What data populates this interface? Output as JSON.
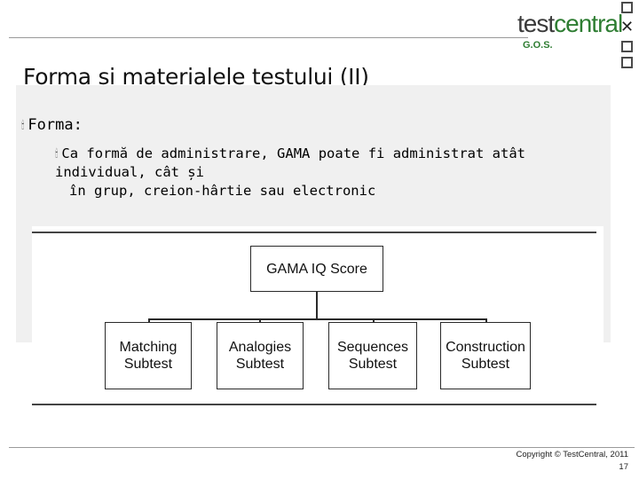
{
  "header": {
    "logo_part1": "test",
    "logo_part2": "central",
    "logo_sub": "G.O.S."
  },
  "slide": {
    "title": "Forma și materialele testului (II)",
    "bullet1": "Forma:",
    "bullet2_line1": "Ca formă de administrare, GAMA poate fi administrat atât individual, cât și",
    "bullet2_line2": "în grup, creion-hârtie sau electronic"
  },
  "diagram": {
    "root": "GAMA IQ Score",
    "children": [
      {
        "line1": "Matching",
        "line2": "Subtest"
      },
      {
        "line1": "Analogies",
        "line2": "Subtest"
      },
      {
        "line1": "Sequences",
        "line2": "Subtest"
      },
      {
        "line1": "Construction",
        "line2": "Subtest"
      }
    ]
  },
  "footer": {
    "copyright": "Copyright © TestCentral, 2011",
    "page": "17"
  }
}
